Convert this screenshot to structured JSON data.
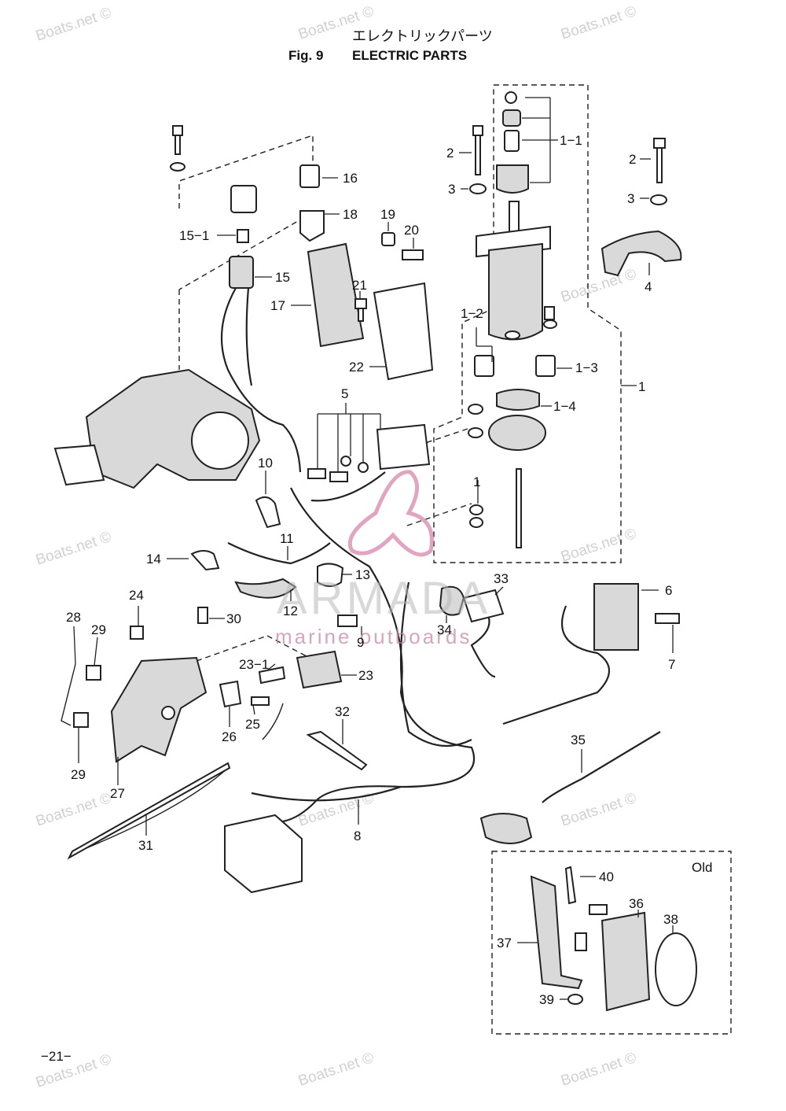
{
  "header": {
    "japanese_title": "エレクトリックパーツ",
    "fig_number": "Fig. 9",
    "title": "ELECTRIC PARTS"
  },
  "page_number": "−21−",
  "box_label_old": "Old",
  "watermark": {
    "text": "Boats.net ©",
    "logo_text": "ARMADA",
    "logo_subtext": "marine outboards"
  },
  "part_labels": [
    "1",
    "1−1",
    "1−2",
    "1−3",
    "1−4",
    "1",
    "2",
    "2",
    "3",
    "3",
    "4",
    "5",
    "6",
    "7",
    "8",
    "9",
    "10",
    "11",
    "12",
    "13",
    "14",
    "15",
    "15−1",
    "16",
    "17",
    "18",
    "19",
    "20",
    "21",
    "22",
    "23",
    "23−1",
    "24",
    "25",
    "26",
    "27",
    "28",
    "29",
    "29",
    "30",
    "31",
    "32",
    "33",
    "34",
    "35",
    "36",
    "37",
    "38",
    "39",
    "40"
  ]
}
